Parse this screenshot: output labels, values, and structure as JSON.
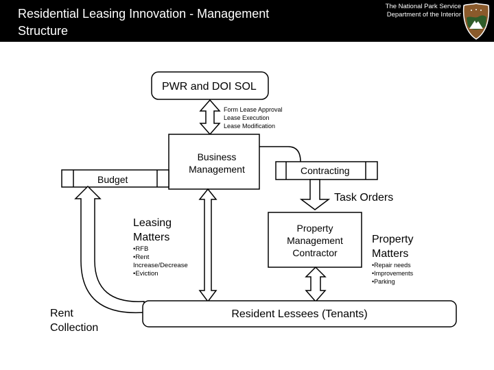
{
  "header": {
    "title_line1": "Residential Leasing Innovation - Management",
    "title_line2": "Structure",
    "agency_line1": "The National Park Service",
    "agency_line2": "Department of the Interior",
    "logo_icon": "nps-arrowhead-icon"
  },
  "nodes": {
    "pwr": "PWR and DOI SOL",
    "business_line1": "Business",
    "business_line2": "Management",
    "budget": "Budget",
    "contracting": "Contracting",
    "task_orders": "Task Orders",
    "pm_line1": "Property",
    "pm_line2": "Management",
    "pm_line3": "Contractor",
    "residents": "Resident Lessees (Tenants)"
  },
  "pwr_tasks": [
    "Form Lease Approval",
    "Lease Execution",
    "Lease Modification"
  ],
  "leasing": {
    "title_line1": "Leasing",
    "title_line2": "Matters",
    "items": [
      "•RFB",
      "•Rent",
      "Increase/Decrease",
      "•Eviction"
    ]
  },
  "property": {
    "title_line1": "Property",
    "title_line2": "Matters",
    "items": [
      "•Repair needs",
      "•Improvements",
      "•Parking"
    ]
  },
  "rent": {
    "line1": "Rent",
    "line2": "Collection"
  },
  "colors": {
    "header_bg": "#000000",
    "header_text": "#ffffff",
    "stroke": "#000000",
    "fill": "#ffffff"
  }
}
